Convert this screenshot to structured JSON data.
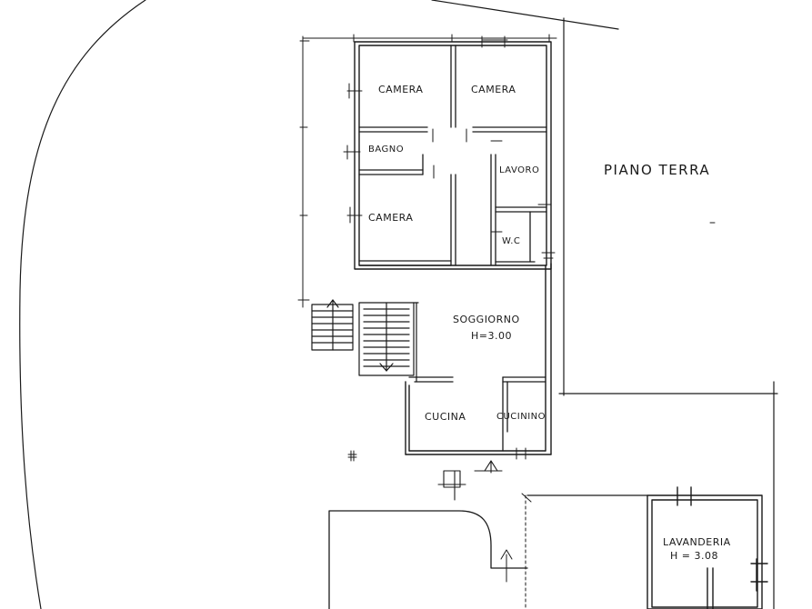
{
  "title": "PIANO TERRA",
  "rooms": {
    "camera_1": "CAMERA",
    "camera_2": "CAMERA",
    "camera_3": "CAMERA",
    "bagno": "BAGNO",
    "lavoro": "LAVORO",
    "wc": "W.C",
    "soggiorno": "SOGGIORNO",
    "soggiorno_height": "H=3.00",
    "cucina": "CUCINA",
    "cucinino": "CUCININO",
    "lavanderia": "LAVANDERIA",
    "lavanderia_height": "H = 3.08"
  },
  "colors": {
    "ink": "#1a1a1a",
    "paper": "#ffffff"
  }
}
